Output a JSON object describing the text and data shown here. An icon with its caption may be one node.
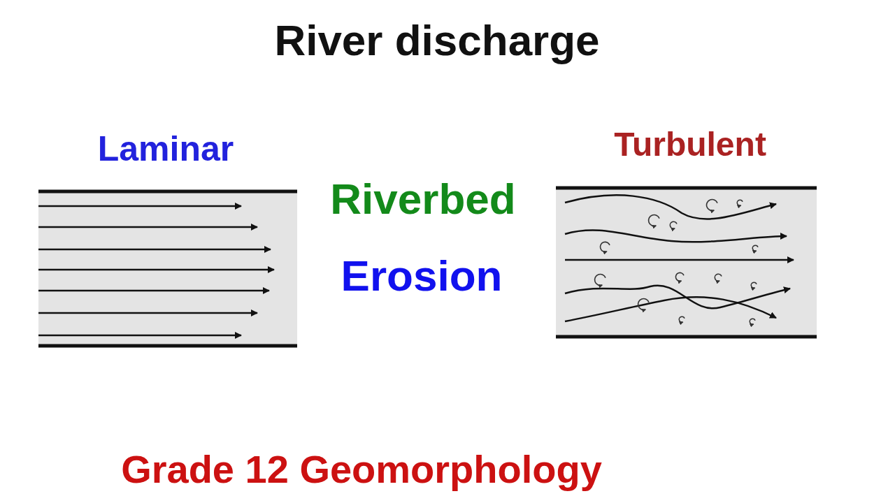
{
  "diagram": {
    "title": "River discharge",
    "caption": "Grade 12 Geomorphology",
    "labels": [
      "Laminar",
      "Turbulent",
      "Riverbed",
      "Erosion"
    ]
  }
}
